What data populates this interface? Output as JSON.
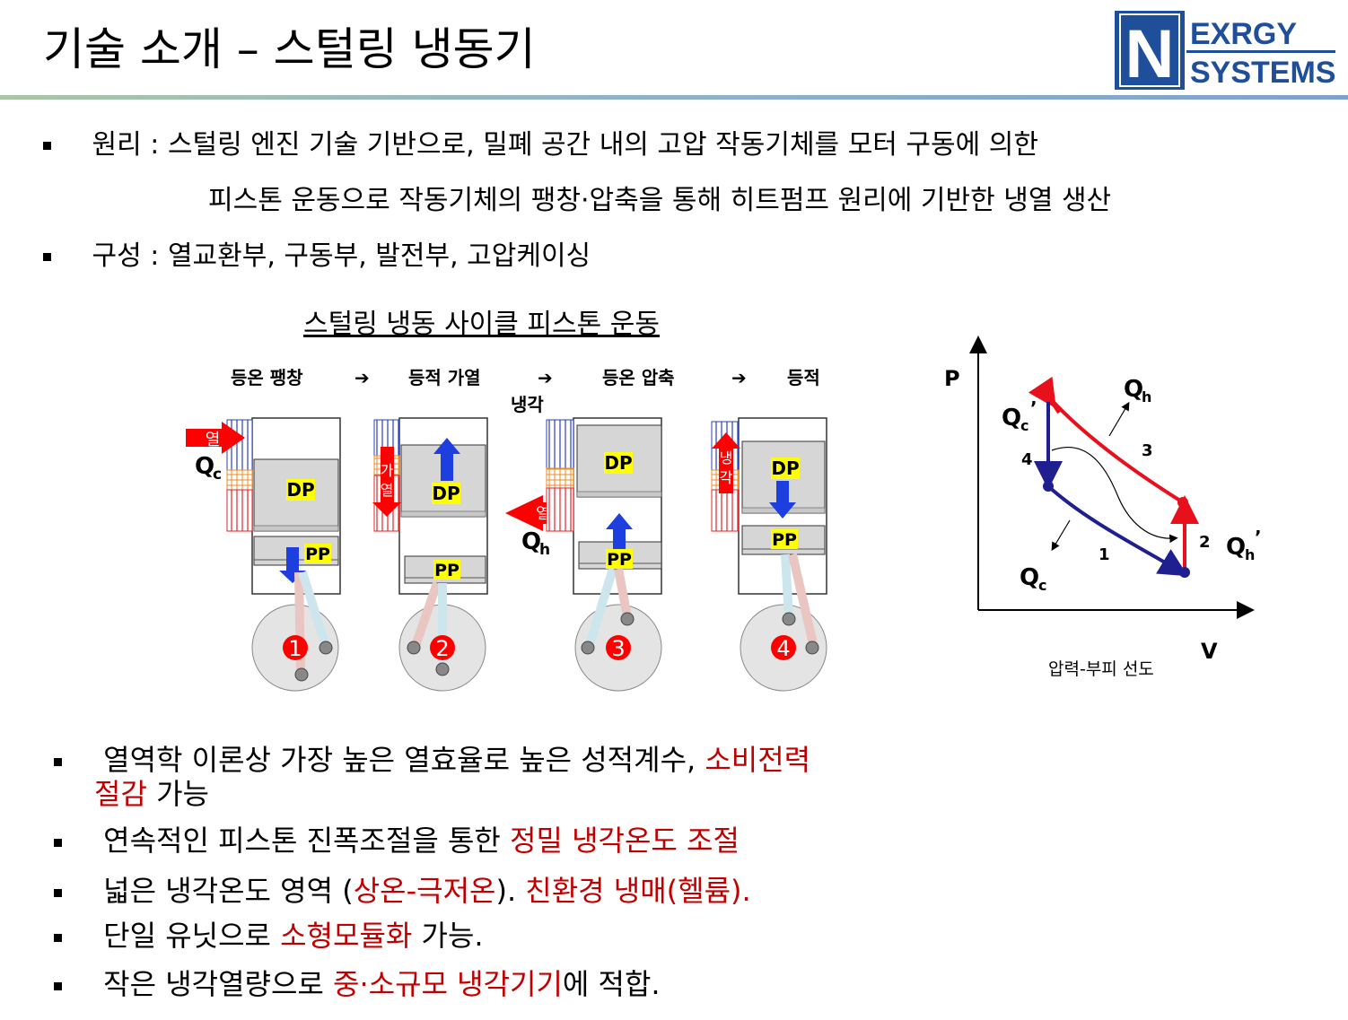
{
  "title": "기술 소개 – 스털링 냉동기",
  "logo": {
    "letter": "N",
    "line1": "EXRGY",
    "line2": "SYSTEMS"
  },
  "bullets": [
    {
      "label": "원리 :",
      "text": "스털링 엔진 기술 기반으로, 밀폐 공간 내의 고압 작동기체를 모터 구동에 의한",
      "cont": "피스톤 운동으로 작동기체의 팽창·압축을 통해 히트펌프 원리에 기반한 냉열 생산"
    },
    {
      "label": "구성 :",
      "text": "열교환부, 구동부, 발전부, 고압케이싱"
    }
  ],
  "diagram": {
    "title": "스털링 냉동 사이클 피스톤 운동",
    "steps": [
      "등온 팽창",
      "등적 가열",
      "등온 압축",
      "등적"
    ],
    "step4_suffix": "냉각",
    "arrow_glyph": "➔",
    "dp": "DP",
    "pp": "PP",
    "heat": "열",
    "heating": [
      "가",
      "열"
    ],
    "cooling": [
      "냉",
      "각"
    ],
    "qc_main": "Q",
    "qc_sub": "c",
    "qh_main": "Q",
    "qh_sub": "h",
    "stage_numbers": [
      "1",
      "2",
      "3",
      "4"
    ]
  },
  "pv": {
    "p_label": "P",
    "v_label": "V",
    "qh": "Q",
    "qh_sub": "h",
    "qc_prime": "Q",
    "qc_prime_sub": "c",
    "qc": "Q",
    "qc_sub": "c",
    "qh_prime": "Q",
    "qh_prime_sub": "h",
    "prime": "’",
    "pt1": "1",
    "pt2": "2",
    "pt3": "3",
    "pt4": "4",
    "caption": "압력-부피 선도",
    "colors": {
      "expansion": "#1f1f8f",
      "compression": "#e8101a"
    }
  },
  "features": [
    {
      "parts": [
        {
          "t": "열역학 이론상 가장 높은 열효율로 높은 성적계수, ",
          "red": false
        },
        {
          "t": "소비전력",
          "red": true
        }
      ],
      "cont": [
        {
          "t": "절감",
          "red": true
        },
        {
          "t": " 가능",
          "red": false
        }
      ]
    },
    {
      "parts": [
        {
          "t": "연속적인 피스톤 진폭조절을 통한 ",
          "red": false
        },
        {
          "t": "정밀 냉각온도 조절",
          "red": true
        }
      ]
    },
    {
      "parts": [
        {
          "t": "넓은 냉각온도 영역 (",
          "red": false
        },
        {
          "t": "상온-극저온",
          "red": true
        },
        {
          "t": "). ",
          "red": false
        },
        {
          "t": "친환경 냉매(헬륨).",
          "red": true
        }
      ]
    },
    {
      "parts": [
        {
          "t": "단일 유닛으로 ",
          "red": false
        },
        {
          "t": "소형모듈화",
          "red": true
        },
        {
          "t": " 가능.",
          "red": false
        }
      ]
    },
    {
      "parts": [
        {
          "t": "작은 냉각열량으로 ",
          "red": false
        },
        {
          "t": "중·소규모 냉각기기",
          "red": true
        },
        {
          "t": "에 적합.",
          "red": false
        }
      ]
    }
  ]
}
